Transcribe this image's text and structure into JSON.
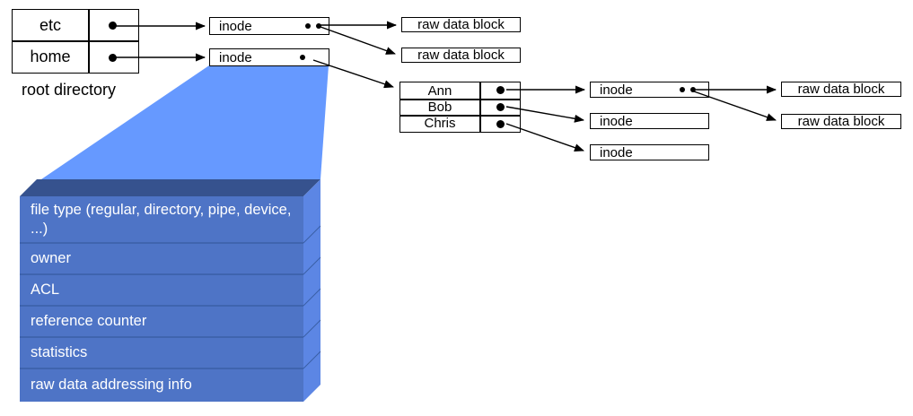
{
  "colors": {
    "funnel": "#6699FF",
    "detail_front": "#4E74C6",
    "detail_top": "#36528E",
    "detail_side": "#5C86E4",
    "row_divider": "#3A5FA6",
    "detail_text": "#FFFFFF",
    "line": "#000000",
    "background": "#FFFFFF"
  },
  "root_directory": {
    "label": "root directory",
    "entries": [
      {
        "name": "etc"
      },
      {
        "name": "home"
      }
    ]
  },
  "inodes_top": [
    {
      "label": "inode",
      "dots": 2
    },
    {
      "label": "inode",
      "dots": 1
    }
  ],
  "raw_blocks_top": [
    {
      "label": "raw data block"
    },
    {
      "label": "raw data block"
    }
  ],
  "home_directory": {
    "entries": [
      {
        "name": "Ann"
      },
      {
        "name": "Bob"
      },
      {
        "name": "Chris"
      }
    ]
  },
  "inodes_right": [
    {
      "label": "inode",
      "dots": 2
    },
    {
      "label": "inode",
      "dots": 0
    },
    {
      "label": "inode",
      "dots": 0
    }
  ],
  "raw_blocks_right": [
    {
      "label": "raw data block"
    },
    {
      "label": "raw data block"
    }
  ],
  "inode_detail": {
    "rows": [
      "file type (regular, directory, pipe, device, ...)",
      "owner",
      "ACL",
      "reference counter",
      "statistics",
      "raw data addressing info"
    ]
  }
}
